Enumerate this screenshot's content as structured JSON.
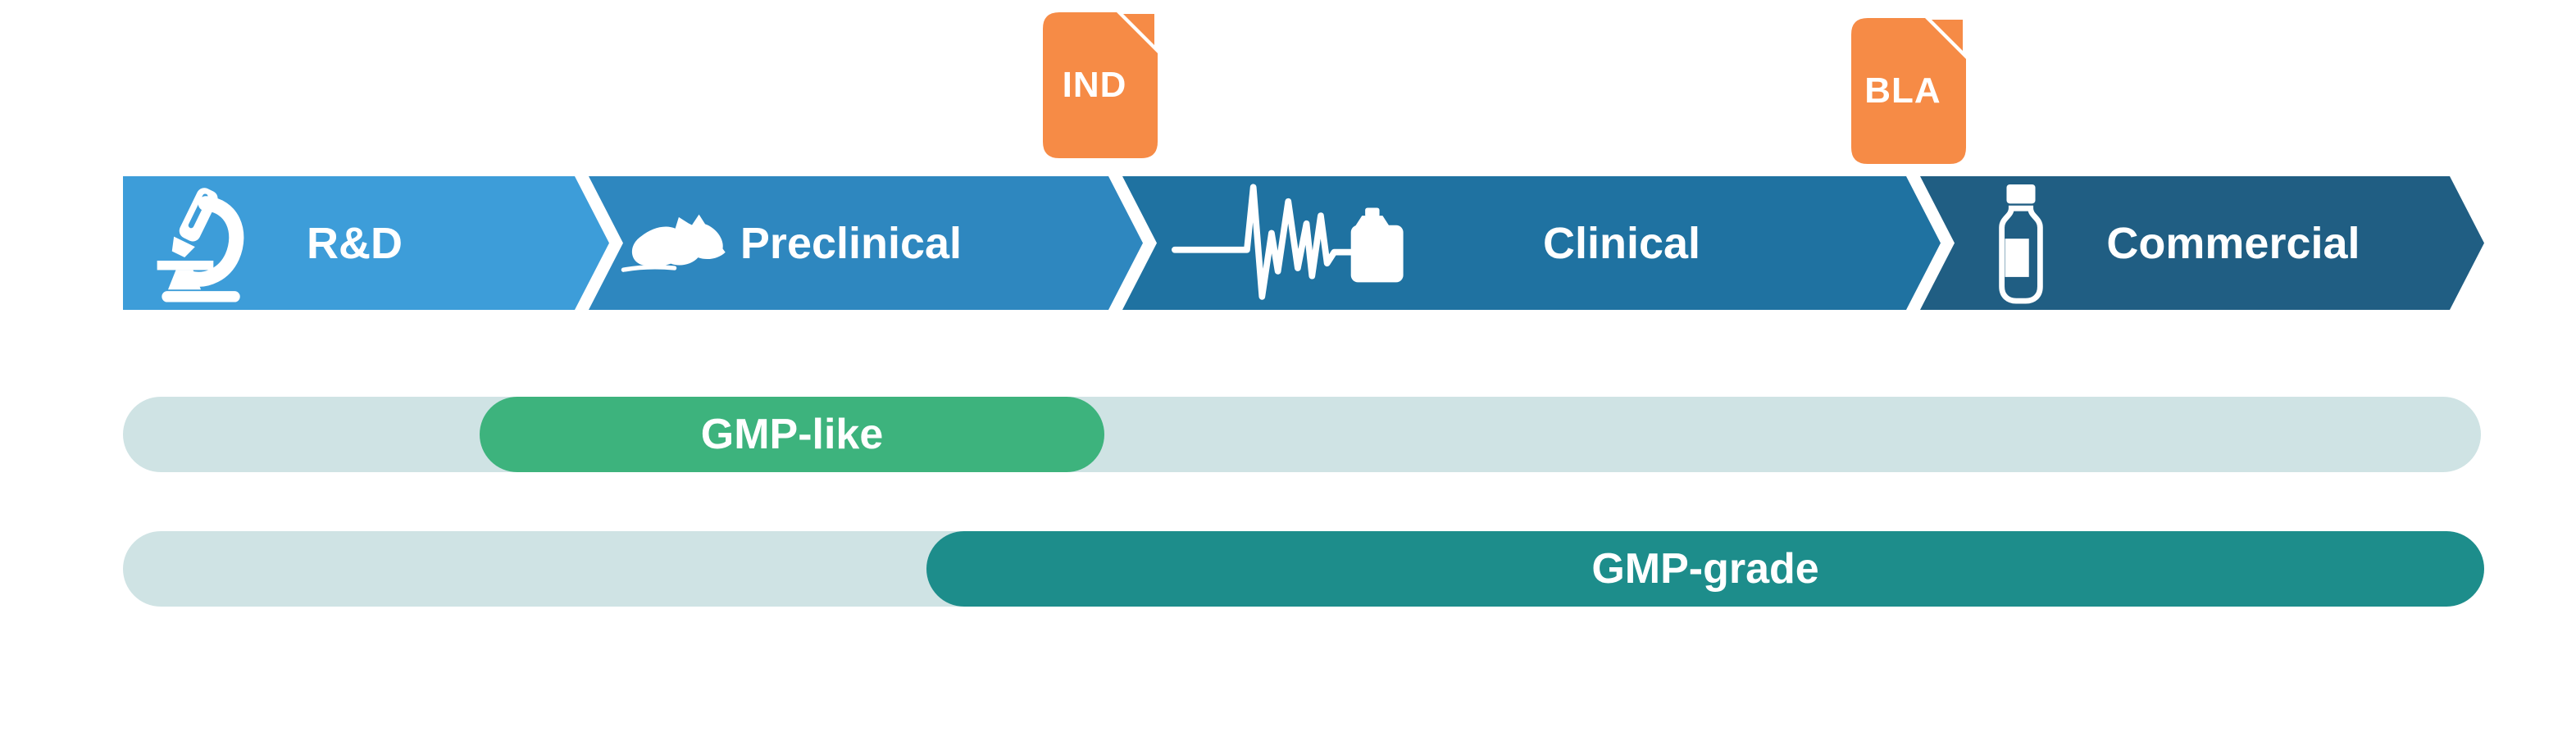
{
  "stages": [
    {
      "label": "R&D",
      "icon": "microscope-icon",
      "color": "#3D9DD9"
    },
    {
      "label": "Preclinical",
      "icon": "mouse-icon",
      "color": "#2E87BF"
    },
    {
      "label": "Clinical",
      "icon": "ekg-clipboard-icon",
      "color": "#1F72A1"
    },
    {
      "label": "Commercial",
      "icon": "medicine-bottle-icon",
      "color": "#205E83"
    }
  ],
  "milestones": [
    {
      "label": "IND",
      "color": "#F68B46"
    },
    {
      "label": "BLA",
      "color": "#F68B46"
    }
  ],
  "bars": [
    {
      "label": "GMP-like",
      "pill_color": "#3DB37D",
      "track_color": "#CFE3E4"
    },
    {
      "label": "GMP-grade",
      "pill_color": "#1D8D8B",
      "track_color": "#CFE3E4"
    }
  ]
}
